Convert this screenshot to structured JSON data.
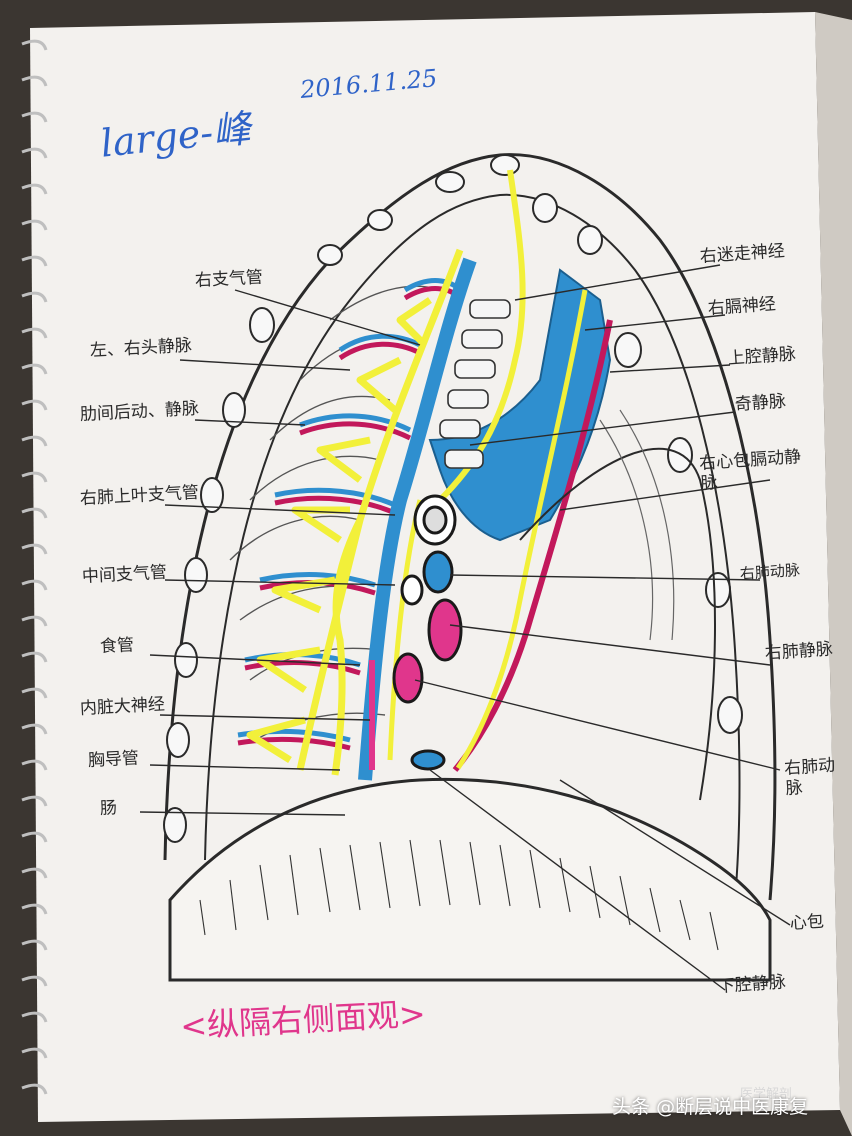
{
  "header": {
    "signature": "large-峰",
    "date": "2016.11.25"
  },
  "labels_left": [
    "右支气管",
    "左、右头静脉",
    "肋间后动、静脉",
    "右肺上叶支气管",
    "中间支气管",
    "食管",
    "内脏大神经",
    "胸导管",
    "肠"
  ],
  "labels_right": [
    "右迷走神经",
    "右膈神经",
    "上腔静脉",
    "奇静脉",
    "右心包膈动静脉",
    "右肺动脉",
    "右肺静脉",
    "右肺动脉",
    "心包",
    "下腔静脉"
  ],
  "caption": "<纵隔右侧面观>",
  "watermark": {
    "source": "头条",
    "account": "@断层说中医康复",
    "sub": "医学解剖"
  },
  "colors": {
    "paper": "#f3f1ee",
    "vein": "#2f8fcf",
    "artery": "#c2185b",
    "nerve": "#f2f03a",
    "ink": "#2a2a2a",
    "pen_blue": "#2f63c8",
    "caption_pink": "#e0368c"
  }
}
